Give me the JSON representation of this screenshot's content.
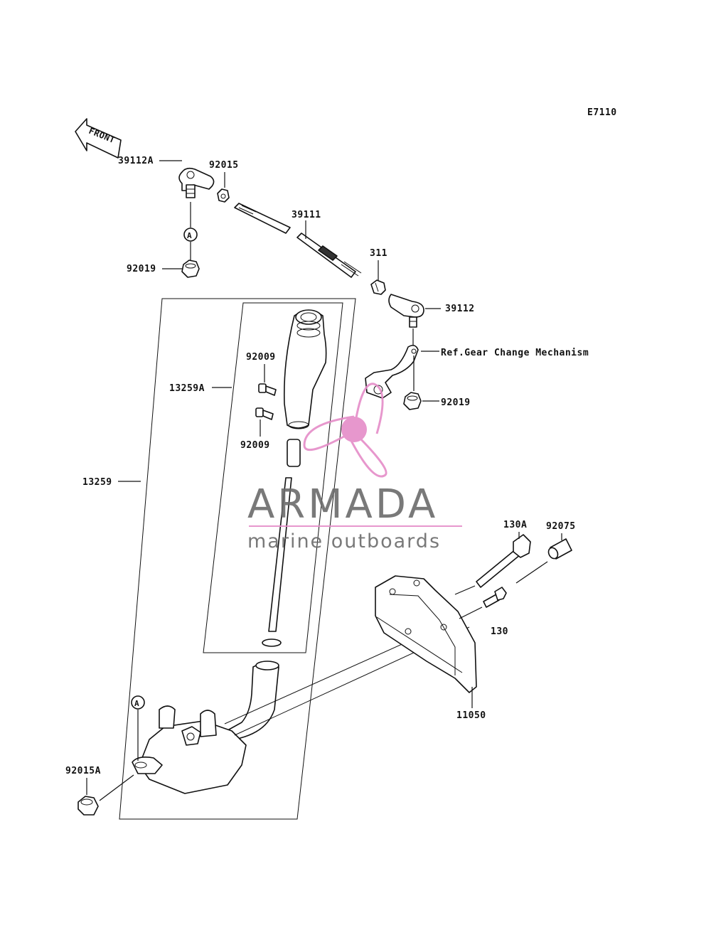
{
  "diagram_code": "E7110",
  "front_label": "FRONT",
  "labels": {
    "p39112A": "39112A",
    "p92015": "92015",
    "p39111": "39111",
    "p92019_top": "92019",
    "p311": "311",
    "p39112": "39112",
    "ref_gear": "Ref.Gear Change Mechanism",
    "p92019_right": "92019",
    "p92009_a": "92009",
    "p92009_b": "92009",
    "p13259A": "13259A",
    "p13259": "13259",
    "p130A": "130A",
    "p92075": "92075",
    "p130": "130",
    "p11050": "11050",
    "p92015A": "92015A"
  },
  "markers": {
    "a_top": "A",
    "a_bottom": "A"
  },
  "watermark": {
    "name": "ARMADA",
    "tagline": "marine outboards",
    "accent_color": "#e58cc8",
    "text_color": "#6b6b6b"
  }
}
